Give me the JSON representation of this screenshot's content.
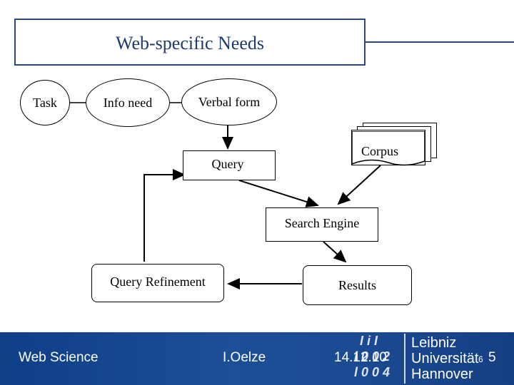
{
  "slide": {
    "title": "Web-specific Needs"
  },
  "diagram": {
    "nodes": {
      "task": "Task",
      "info_need": "Info need",
      "verbal_form": "Verbal form",
      "query": "Query",
      "corpus": "Corpus",
      "search_engine": "Search Engine",
      "query_refinement": "Query Refinement",
      "results": "Results"
    },
    "edges": [
      {
        "from": "task",
        "to": "info_need"
      },
      {
        "from": "info_need",
        "to": "verbal_form"
      },
      {
        "from": "verbal_form",
        "to": "query"
      },
      {
        "from": "query",
        "to": "search_engine"
      },
      {
        "from": "corpus",
        "to": "search_engine"
      },
      {
        "from": "search_engine",
        "to": "results"
      },
      {
        "from": "results",
        "to": "query_refinement"
      },
      {
        "from": "query_refinement",
        "to": "query"
      }
    ]
  },
  "footer": {
    "course": "Web Science",
    "author": "I.Oelze",
    "date": "14.12.10",
    "page_small": "6",
    "page": "5"
  },
  "logo": {
    "line1": "Leibniz",
    "line2": "Universität",
    "line3": "Hannover",
    "glyph_top": "I i I",
    "glyph_mid": "l 0 0 2",
    "glyph_bot": "l 0 0 4"
  },
  "colors": {
    "title": "#1e3a6e",
    "footer_bg": "#1a4a92",
    "accent_border": "#2f4a78"
  }
}
